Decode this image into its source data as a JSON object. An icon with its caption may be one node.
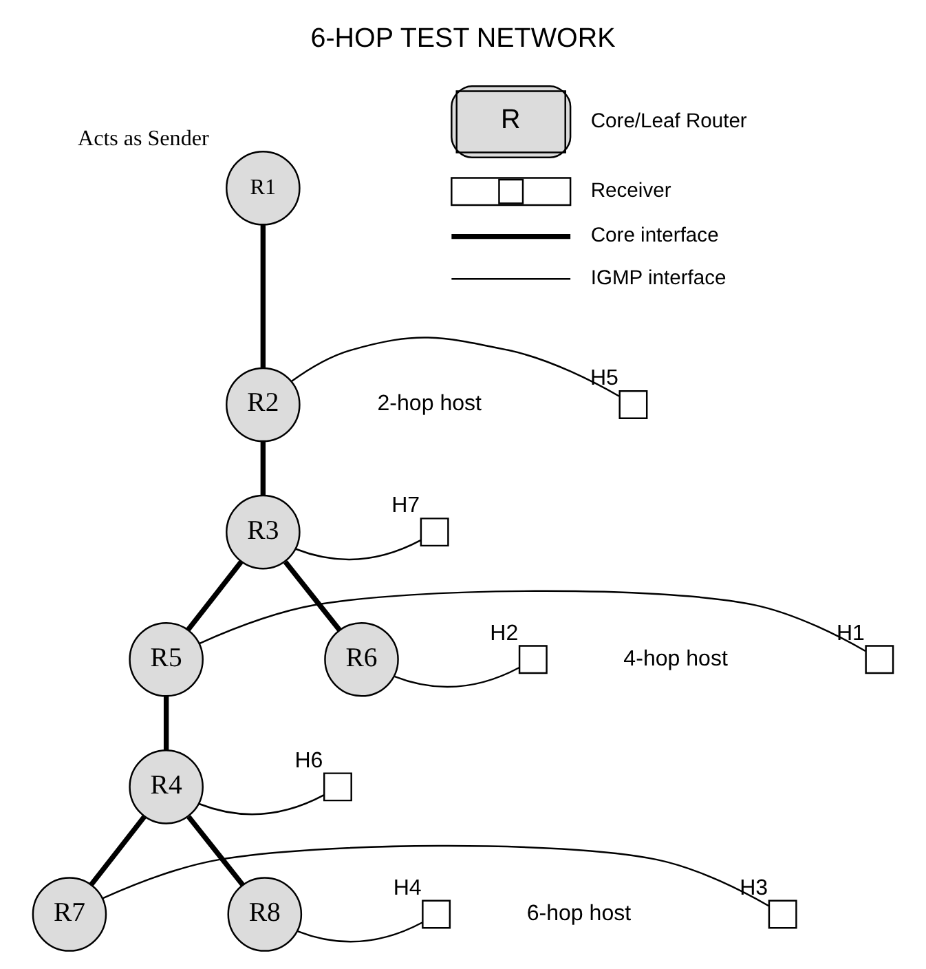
{
  "diagram": {
    "title": "6-HOP TEST NETWORK",
    "nodes": [
      {
        "text": [
          "R1"
        ],
        "beside": [
          "Acts as Sender"
        ]
      },
      {
        "text": [
          "R2"
        ]
      },
      {
        "text": [],
        "shape": "box",
        "beside": [
          "H5"
        ]
      },
      {
        "text": [],
        "shape": "box",
        "beside": [
          "H7"
        ]
      },
      {
        "text": [
          "R3"
        ]
      },
      {
        "text": [],
        "shape": "box",
        "beside": [
          "H1"
        ]
      },
      {
        "text": [
          "R5"
        ]
      },
      {
        "text": [
          "R6"
        ]
      },
      {
        "text": [],
        "shape": "box",
        "beside": [
          "H2"
        ]
      },
      {
        "text": [
          "R4"
        ]
      },
      {
        "text": [],
        "shape": "box",
        "beside": [
          "H6"
        ]
      },
      {
        "text": [],
        "shape": "box",
        "beside": [
          "H3"
        ]
      },
      {
        "text": [
          "R7"
        ]
      },
      {
        "text": [
          "R8"
        ]
      },
      {
        "text": [],
        "shape": "box",
        "beside": [
          "H4"
        ]
      }
    ],
    "edges": [
      {
        "from": 0,
        "to": 1,
        "arrow": "none",
        "style": "thick"
      },
      {
        "from": 1,
        "to": 2,
        "arrow": "none"
      },
      {
        "from": 1,
        "to": 4,
        "arrow": "none",
        "style": "thick"
      },
      {
        "from": 4,
        "to": 3,
        "arrow": "none"
      },
      {
        "from": 4,
        "to": 6,
        "arrow": "none",
        "style": "thick"
      },
      {
        "from": 4,
        "to": 7,
        "arrow": "none",
        "style": "thick"
      },
      {
        "from": 6,
        "to": 5,
        "arrow": "none"
      },
      {
        "from": 7,
        "to": 8,
        "arrow": "none"
      },
      {
        "from": 6,
        "to": 9,
        "arrow": "none",
        "style": "thick"
      },
      {
        "from": 9,
        "to": 10,
        "arrow": "none"
      },
      {
        "from": 9,
        "to": 12,
        "arrow": "none",
        "style": "thick"
      },
      {
        "from": 9,
        "to": 13,
        "arrow": "none",
        "style": "thick"
      },
      {
        "from": 12,
        "to": 11,
        "arrow": "none"
      },
      {
        "from": 13,
        "to": 14,
        "arrow": "none"
      }
    ],
    "labels": [
      "2-hop host",
      "4-hop host",
      "6-hop host",
      "R"
    ],
    "legend": [
      {
        "text": "Core/Leaf Router"
      },
      {
        "text": "Receiver"
      },
      {
        "text": "Core interface"
      },
      {
        "text": "IGMP interface"
      }
    ]
  }
}
